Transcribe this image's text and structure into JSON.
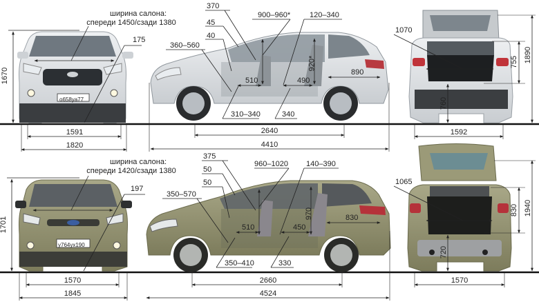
{
  "hyundai": {
    "plate": "о658уа77",
    "front": {
      "cabin_width_title": "ширина салона:",
      "cabin_width_value": "спереди 1450/сзади 1380",
      "height": "1670",
      "ground_clearance": "175",
      "track": "1591",
      "width": "1820"
    },
    "side": {
      "headroom_front": "370",
      "a1": "45",
      "a2": "40",
      "pedal_dist": "360–560",
      "front_headroom_range": "900–960*",
      "legroom_range": "120–340",
      "rear_headroom": "920*",
      "trunk_len": "890",
      "front_seat_depth": "510",
      "rear_seat_depth": "490",
      "seat_height": "310–340",
      "rear_seat_height": "340",
      "wheelbase": "2640",
      "length": "4410"
    },
    "rear": {
      "trunk_width": "1070",
      "trunk_height": "755",
      "height_open": "1890",
      "load_height": "760",
      "track": "1592"
    }
  },
  "ford": {
    "plate": "у764ух190",
    "front": {
      "cabin_width_title": "ширина салона:",
      "cabin_width_value": "спереди 1420/сзади 1380",
      "height": "1701",
      "ground_clearance": "197",
      "track": "1570",
      "width": "1845"
    },
    "side": {
      "headroom_front": "375",
      "a1": "50",
      "a2": "50",
      "pedal_dist": "350–570",
      "front_headroom_range": "960–1020",
      "legroom_range": "140–390",
      "rear_headroom": "970",
      "trunk_len": "830",
      "front_seat_depth": "510",
      "rear_seat_depth": "450",
      "seat_height": "350–410",
      "rear_seat_height": "330",
      "wheelbase": "2660",
      "length": "4524"
    },
    "rear": {
      "trunk_width": "1065",
      "trunk_height": "830",
      "height_open": "1940",
      "load_height": "720",
      "track": "1570"
    }
  },
  "colors": {
    "hyundai_body": "#d9dcdf",
    "ford_body": "#8f8e6a",
    "ground": "#111111",
    "line": "#222222"
  }
}
